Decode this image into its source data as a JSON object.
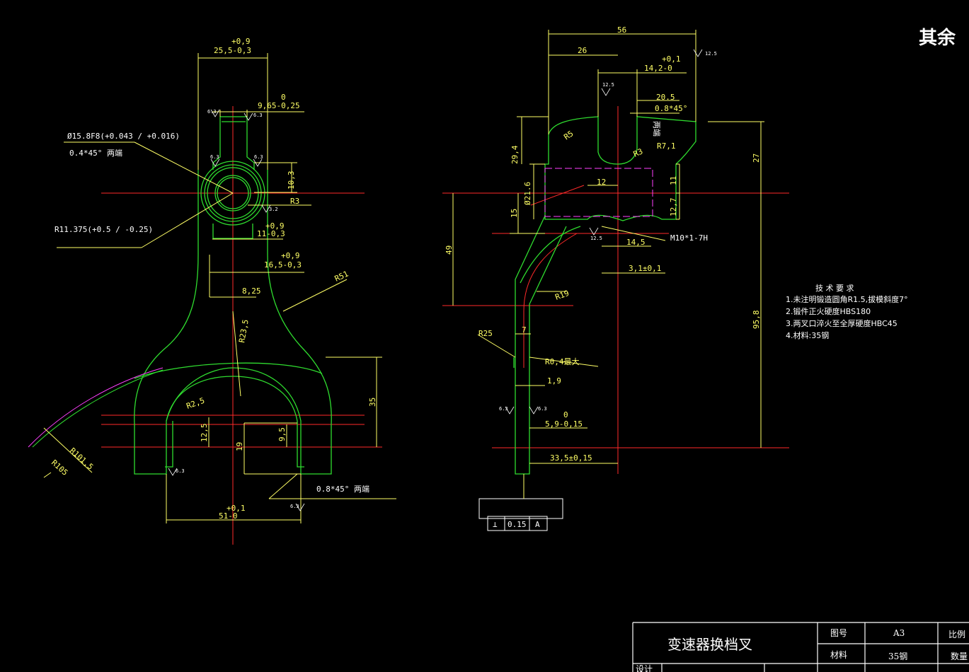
{
  "corner_note": "其余",
  "colors": {
    "outline": "#2fdc2f",
    "dimension": "#ffff66",
    "center": "#ff2a2a",
    "hidden": "#ff40ff",
    "text": "#ffffff"
  },
  "front_view": {
    "dims": {
      "top_tol": "+0,9",
      "top_width": "25,5-0,3",
      "slot_tol": "0",
      "slot_width": "9,65-0,25",
      "bore": "Ø15.8F8(+0.043 / +0.016)",
      "chamfer1": "0.4*45° 两端",
      "h_10_3": "10,3",
      "r3": "R3",
      "tol_09a": "+0,9",
      "w_11": "11-0,3",
      "r_11375": "R11.375(+0.5 / -0.25)",
      "tol_09b": "+0,9",
      "w_165": "16,5-0,3",
      "w_825": "8,25",
      "r51": "R51",
      "r235": "R23,5",
      "r25": "R2,5",
      "h_125": "12,5",
      "h_19": "19",
      "h_95": "9,5",
      "h_35": "35",
      "r1015": "R101,5",
      "r105": "R105",
      "tol_01": "+0,1",
      "w_51": "51-0",
      "chamfer2": "0.8*45° 两端"
    },
    "roughness": [
      "6.3",
      "6.3",
      "6.3",
      "6.3",
      "3.2",
      "6.3",
      "6.3"
    ]
  },
  "side_view": {
    "dims": {
      "w_56": "56",
      "w_26": "26",
      "tol_01": "+0,1",
      "w_142": "14,2-0",
      "w_205": "20.5",
      "chamfer": "0.8*45°",
      "two_ends": "两端",
      "r5": "R5",
      "r71": "R7,1",
      "r3": "R3",
      "h_294": "29,4",
      "bore": "Ø21.6",
      "w_12": "12",
      "h_11": "11",
      "h_15": "15",
      "h_127": "12,7",
      "thread": "M10*1-7H",
      "w_145": "14,5",
      "h_27": "27",
      "h_49": "49",
      "w_31": "3,1±0,1",
      "r19": "R19",
      "r25": "R25",
      "w_7": "7",
      "r04": "R0,4最大",
      "w_19": "1,9",
      "tol_0": "0",
      "w_59": "5,9-0,15",
      "w_335": "33,5±0,15",
      "h_958": "95,8",
      "gdt_sym": "⊥",
      "gdt_val": "0.15",
      "gdt_ref": "A"
    },
    "roughness": [
      "12.5",
      "12.5",
      "12.5",
      "6.3",
      "6.3"
    ]
  },
  "tech_requirements": {
    "title": "技 术 要 求",
    "items": [
      "1.未注明锻造圆角R1.5,拔模斜度7°",
      "2.锻件正火硬度HBS180",
      "3.两叉口淬火至全厚硬度HBC45",
      "4.材料:35钢"
    ]
  },
  "title_block": {
    "part_name": "变速器换档叉",
    "label_drawing_no": "图号",
    "drawing_no": "A3",
    "label_scale": "比例",
    "label_material": "材料",
    "material": "35钢",
    "label_qty": "数量",
    "label_design": "设计"
  }
}
